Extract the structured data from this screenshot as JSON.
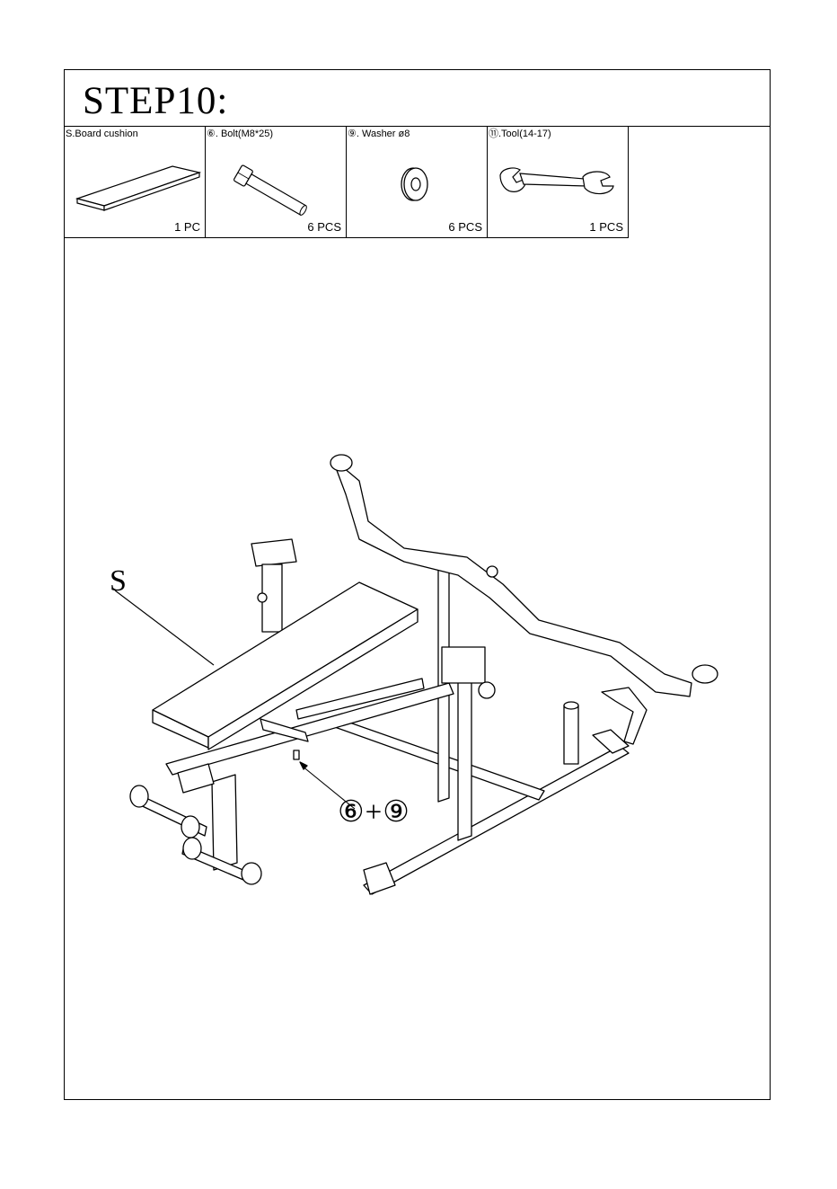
{
  "step": {
    "title": "STEP10:"
  },
  "parts": [
    {
      "label": "S.Board cushion",
      "qty": "1 PC",
      "icon": "board-cushion-icon"
    },
    {
      "label": "⑥. Bolt(M8*25)",
      "qty": "6 PCS",
      "icon": "bolt-icon"
    },
    {
      "label": "⑨. Washer ø8",
      "qty": "6 PCS",
      "icon": "washer-icon"
    },
    {
      "label": "⑪.Tool(14-17)",
      "qty": "1 PCS",
      "icon": "wrench-icon"
    }
  ],
  "callouts": {
    "board": "S",
    "fasteners": "⑥+⑨"
  }
}
